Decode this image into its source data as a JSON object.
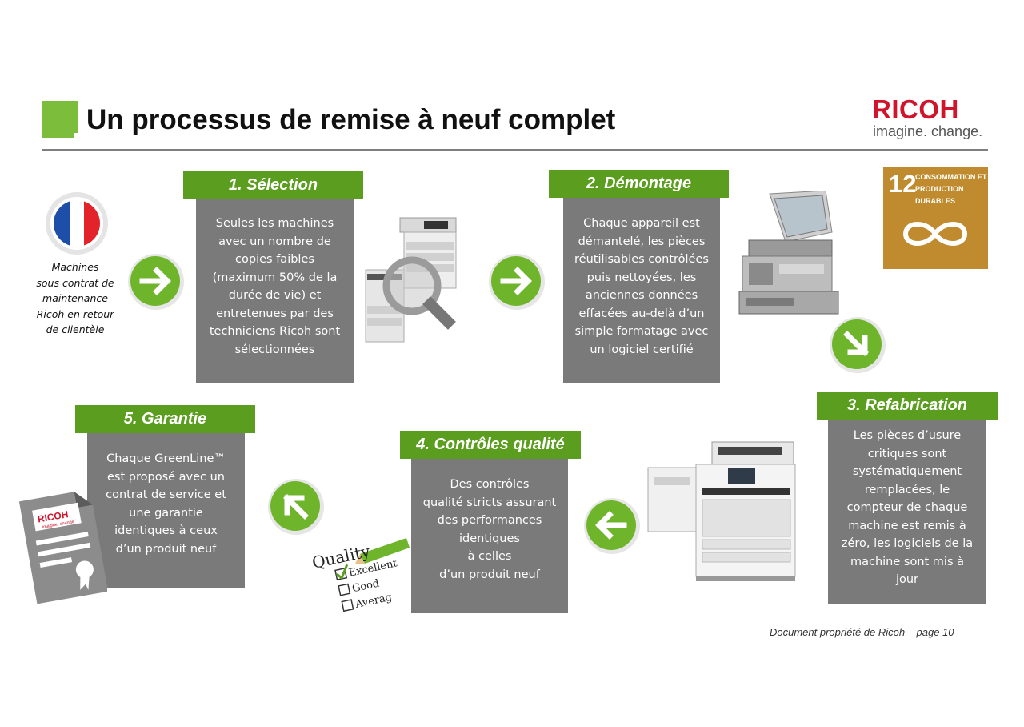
{
  "header": {
    "title": "Un processus de remise à neuf complet",
    "logo_name": "RICOH",
    "logo_tagline": "imagine. change."
  },
  "intro": {
    "lines": [
      "Machines",
      "sous contrat de",
      "maintenance",
      "Ricoh en retour",
      "de clientèle"
    ]
  },
  "sdg_badge": {
    "number": "12",
    "lines": [
      "CONSOMMATION ET",
      "PRODUCTION",
      "DURABLES"
    ]
  },
  "steps": [
    {
      "title": "1. Sélection",
      "lines": [
        "Seules les machines",
        "avec un nombre de",
        "copies faibles",
        "(maximum 50% de la",
        "durée de vie) et",
        "entretenues par des",
        "techniciens Ricoh sont",
        "sélectionnées"
      ]
    },
    {
      "title": "2. Démontage",
      "lines": [
        "Chaque appareil est",
        "démantelé, les pièces",
        "réutilisables contrôlées",
        "puis nettoyées, les",
        "anciennes données",
        "effacées au-delà d’un",
        "simple formatage avec",
        "un logiciel certifié"
      ]
    },
    {
      "title": "3. Refabrication",
      "lines": [
        "Les pièces d’usure",
        "critiques sont",
        "systématiquement",
        "remplacées, le",
        "compteur de chaque",
        "machine est remis à",
        "zéro, les logiciels de la",
        "machine sont mis à",
        "jour"
      ]
    },
    {
      "title": "4. Contrôles qualité",
      "lines": [
        "Des contrôles",
        "qualité stricts assurant",
        "des performances",
        "identiques",
        "à celles",
        "d’un produit neuf"
      ]
    },
    {
      "title": "5.  Garantie",
      "lines": [
        "Chaque GreenLine™",
        "est proposé avec un",
        "contrat de service et",
        "une garantie",
        "identiques à ceux",
        "d’un produit neuf"
      ]
    }
  ],
  "illustrations": {
    "certificate_logo": "RICOH",
    "certificate_tagline": "imagine. change",
    "checklist_title": "Quality",
    "checklist_options": [
      "Excellent",
      "Good",
      "Averag"
    ]
  },
  "footer": "Document propriété de Ricoh – page 10",
  "colors": {
    "green_header": "#5b9e1f",
    "gray_box": "#7a7a7a",
    "ricoh_red": "#cf142b",
    "sdg_gold": "#bf8b2e"
  }
}
